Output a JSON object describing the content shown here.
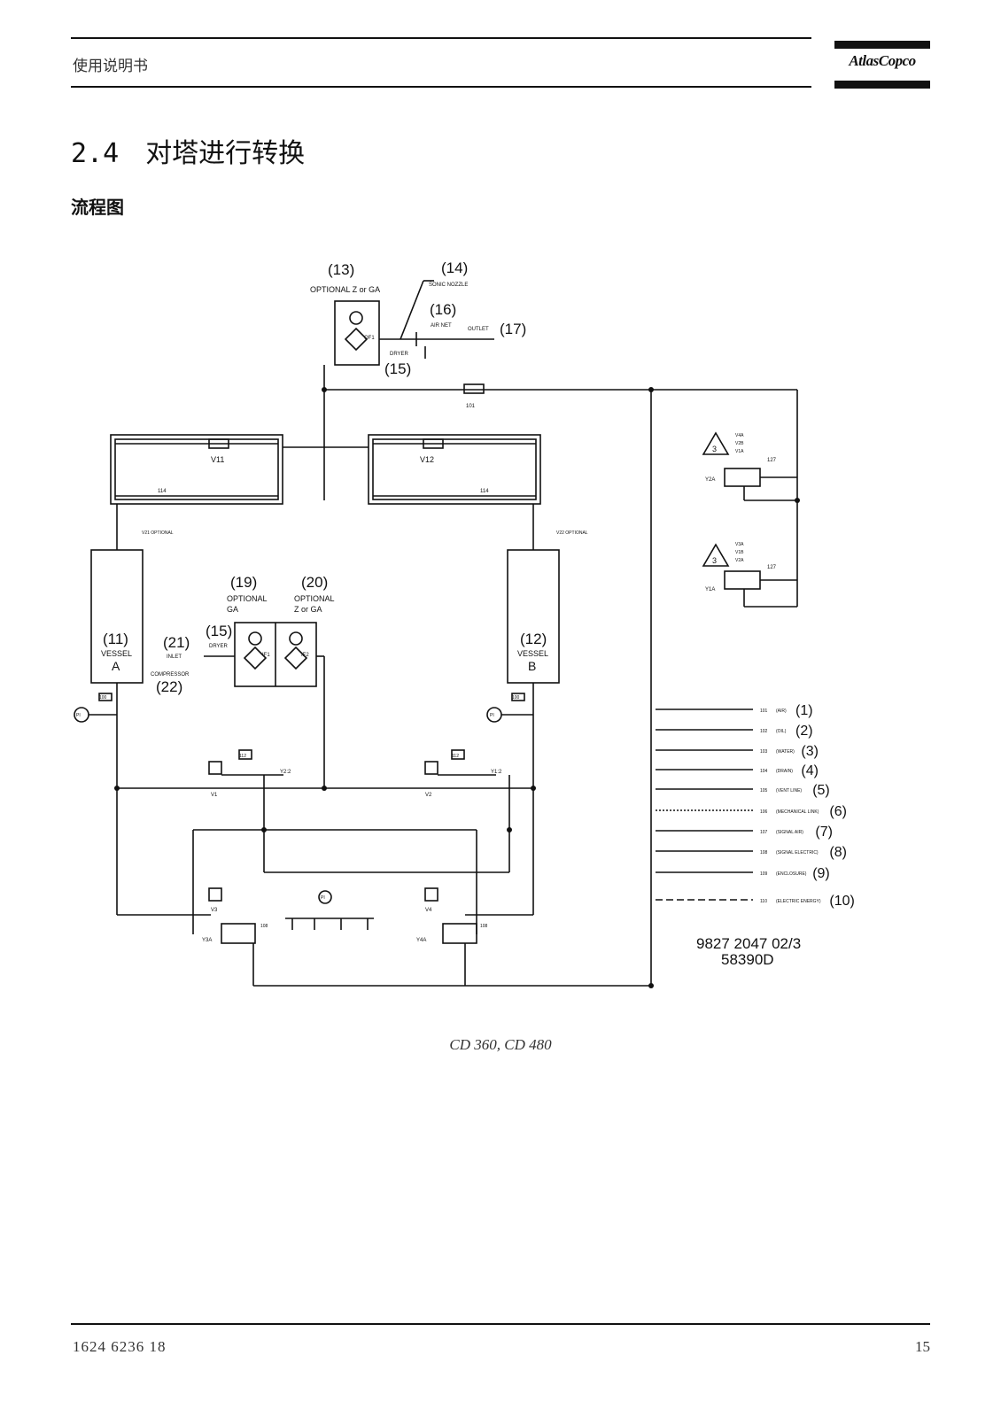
{
  "header": {
    "doc_title": "使用说明书",
    "brand": "AtlasCopco"
  },
  "section": {
    "number": "2.4",
    "title": "对塔进行转换",
    "subtitle": "流程图"
  },
  "diagram": {
    "callouts": {
      "c13": "(13)",
      "c13_label": "OPTIONAL Z or GA",
      "c14": "(14)",
      "c14_label": "SONIC NOZZLE",
      "c15a": "(15)",
      "c15a_label": "DRYER",
      "c16": "(16)",
      "c16_label": "AIR NET",
      "c17": "(17)",
      "c17_label": "OUTLET",
      "c19": "(19)",
      "c19_label1": "OPTIONAL",
      "c19_label2": "GA",
      "c20": "(20)",
      "c20_label1": "OPTIONAL",
      "c20_label2": "Z or GA",
      "c11": "(11)",
      "c11_label": "VESSEL",
      "c11_letter": "A",
      "c12": "(12)",
      "c12_label": "VESSEL",
      "c12_letter": "B",
      "c21": "(21)",
      "c21_label": "INLET",
      "c15b": "(15)",
      "c15b_label": "DRYER",
      "c22": "(22)",
      "c22_label": "COMPRESSOR"
    },
    "components": {
      "v11": "V11",
      "v12": "V12",
      "of1": "OF1",
      "if1": "IF1",
      "if2": "IF2",
      "v21_opt": "V21 OPTIONAL",
      "v22_opt": "V22 OPTIONAL",
      "v1": "V1",
      "v2": "V2",
      "v3": "V3",
      "v4": "V4",
      "y22": "Y2:2",
      "y12": "Y1:2",
      "y3a": "Y3A",
      "y4a": "Y4A",
      "y1a": "Y1A",
      "y2a": "Y2A",
      "tag101": "101",
      "tag114": "114",
      "tag112": "112",
      "tag108": "108",
      "tag127": "127",
      "tag100": "100",
      "sol_top_l1": "V4A",
      "sol_top_l2": "V2B",
      "sol_top_l3": "V1A",
      "sol_bot_l1": "V3A",
      "sol_bot_l2": "V1B",
      "sol_bot_l3": "V2A",
      "warn": "3",
      "pi1": "PI",
      "pi2": "PI",
      "pi3": "PI"
    },
    "legend": [
      {
        "code": "101",
        "name": "(AIR)",
        "num": "(1)",
        "style": "solid"
      },
      {
        "code": "102",
        "name": "(OIL)",
        "num": "(2)",
        "style": "solid"
      },
      {
        "code": "103",
        "name": "(WATER)",
        "num": "(3)",
        "style": "solid"
      },
      {
        "code": "104",
        "name": "(DRAIN)",
        "num": "(4)",
        "style": "solid"
      },
      {
        "code": "105",
        "name": "(VENT LINE)",
        "num": "(5)",
        "style": "solid"
      },
      {
        "code": "106",
        "name": "(MECHANICAL LINK)",
        "num": "(6)",
        "style": "dotted"
      },
      {
        "code": "107",
        "name": "(SIGNAL AIR)",
        "num": "(7)",
        "style": "solid"
      },
      {
        "code": "108",
        "name": "(SIGNAL ELECTRIC)",
        "num": "(8)",
        "style": "solid"
      },
      {
        "code": "109",
        "name": "(ENCLOSURE)",
        "num": "(9)",
        "style": "solid"
      },
      {
        "code": "110",
        "name": "(ELECTRIC ENERGY)",
        "num": "(10)",
        "style": "dashed"
      }
    ],
    "drawing_no": "9827 2047 02/3",
    "drawing_id": "58390D"
  },
  "caption": "CD 360, CD 480",
  "footer": {
    "doc_number": "1624 6236 18",
    "page": "15"
  }
}
